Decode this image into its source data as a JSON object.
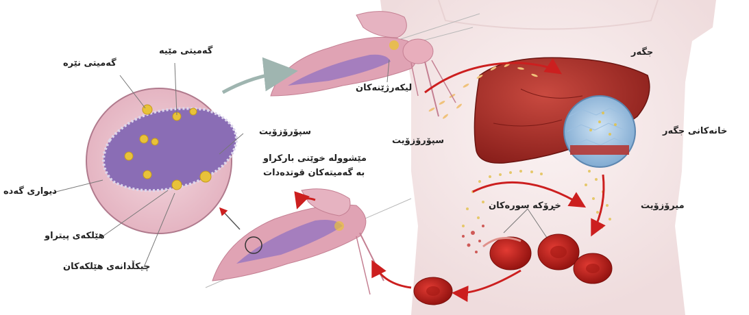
{
  "labels": {
    "female_gamete": "گەمیتی مێیە",
    "male_gamete": "گەمیتی نێرە",
    "sporozoite_mosquito": "سپۆرۆزۆیت",
    "sporozoite_blood": "سپۆرۆزۆیت",
    "salivary_glands": "لیکەرژێنەکان",
    "liver": "جگەر",
    "liver_cells": "خانەکانی جگەر",
    "merozoite": "میرۆزۆیت",
    "red_blood_cells": "خڕۆکە سورەکان",
    "stomach_wall": "دیواری گەدە",
    "fertilized_egg": "هێلکەی پیتراو",
    "egg_sac": "چیکڵدانەی هێلکەکان",
    "mosquito_caption_line1": "مێشوولە خوێنی بارکراو",
    "mosquito_caption_line2": "بە گەمیتەکان قوتدەدات"
  },
  "colors": {
    "body_skin": "#f4e7e8",
    "mosquito": "#e0a3b4",
    "gut": "#9a78c0",
    "liver": "#b0302a",
    "blood_cell": "#c0201c",
    "arrow_red": "#cc1f1f",
    "arrow_gray": "#9fb5b0",
    "gamete": "#e8c23a",
    "zoom_bg": "#8a6db5"
  }
}
